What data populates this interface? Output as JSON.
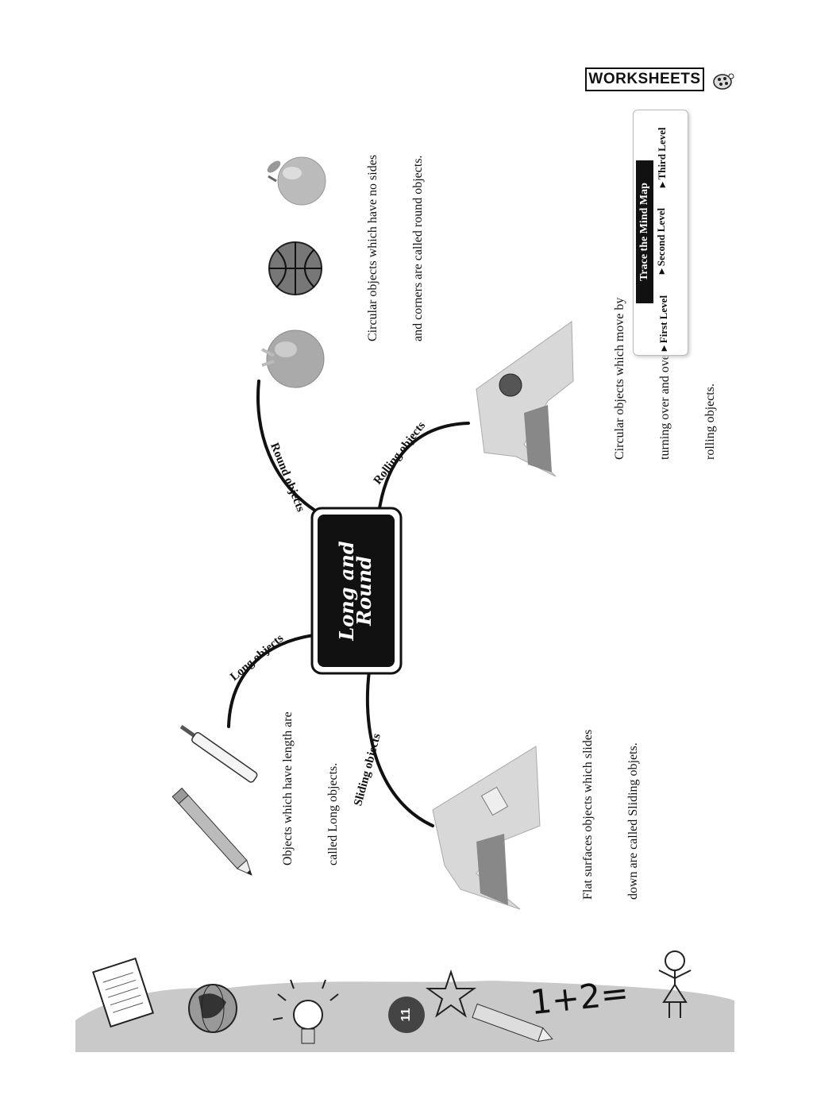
{
  "header": {
    "title": "WORKSHEETS",
    "mascot_icon": "ladybug-icon"
  },
  "mind_map": {
    "center_title_line1": "Long and",
    "center_title_line2": "Round",
    "branches": [
      {
        "label": "Long objects",
        "description_line1": "Objects which have length are",
        "description_line2": "called Long objects.",
        "images": [
          "cricket-bat-icon",
          "pencil-icon"
        ]
      },
      {
        "label": "Round objects",
        "description_line1": "Circular objects which have no sides",
        "description_line2": "and corners are called round objects.",
        "images": [
          "tomato-icon",
          "basketball-icon",
          "apple-icon"
        ]
      },
      {
        "label": "Rolling objects",
        "description_line1": "Circular objects which move by",
        "description_line2": "turning over and over are called",
        "description_line3": "rolling objects.",
        "images": [
          "ball-on-slide-icon"
        ]
      },
      {
        "label": "Sliding objects",
        "description_line1": "Flat surfaces objects which slides",
        "description_line2": "down are called Sliding objets.",
        "images": [
          "book-on-slide-icon"
        ]
      }
    ]
  },
  "legend": {
    "title": "Trace the  Mind Map",
    "levels": [
      "First Level",
      "Second Level",
      "Third Level"
    ]
  },
  "footer": {
    "page_number": "11",
    "math_text": "1+2="
  }
}
